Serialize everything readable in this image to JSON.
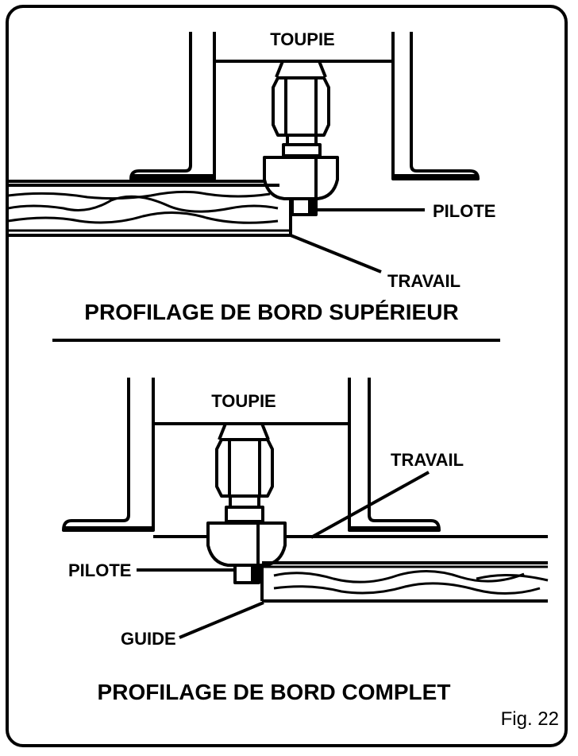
{
  "figure_label": "Fig. 22",
  "top_view": {
    "title": "PROFILAGE DE BORD SUPÉRIEUR",
    "router_label": "TOUPIE",
    "pilot_label": "PILOTE",
    "work_label": "TRAVAIL"
  },
  "bottom_view": {
    "title": "PROFILAGE DE BORD COMPLET",
    "router_label": "TOUPIE",
    "work_label": "TRAVAIL",
    "pilot_label": "PILOTE",
    "guide_label": "GUIDE"
  }
}
